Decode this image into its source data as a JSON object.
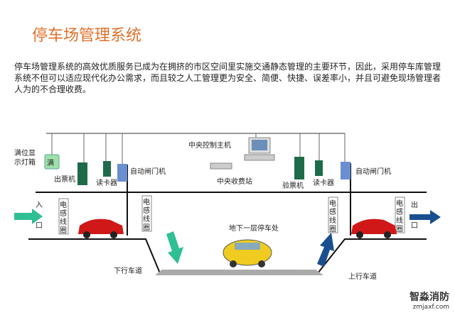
{
  "title": "停车场管理系统",
  "description": "停车场管理系统的高效优质服务已成为在拥挤的市区空间里实施交通静态管理的主要环节，因此，采用停车库管理系统不但可以适应现代化办公需求，而且较之人工管理更为安全、简便、快捷、误差率小，并且可避免现场管理者人为的不合理收费。",
  "labels": {
    "full_sign_box": "满位显示灯箱",
    "full_sign_box_l1": "满位显",
    "full_sign_box_l2": "示灯箱",
    "full_char": "满",
    "ticket_machine": "出票机",
    "card_reader_left": "读卡器",
    "gate_left": "自动闸门机",
    "central_host": "中央控制主机",
    "central_station": "中央收费站",
    "ticket_checker": "验票机",
    "card_reader_right": "读卡器",
    "gate_right": "自动闸门机",
    "entrance_1": "入",
    "entrance_2": "口",
    "exit_1": "出",
    "exit_2": "口",
    "coil": [
      "电",
      "感",
      "线",
      "圈"
    ],
    "basement": "地下一层停车处",
    "down_lane": "下行车道",
    "up_lane": "上行车道"
  },
  "watermark": {
    "name": "智淼消防",
    "url": "zmjaxf.com"
  },
  "colors": {
    "title": "#e0702a",
    "green_arrow": "#2fbf94",
    "blue_arrow": "#1a4f8f",
    "device": "#1e6b4a",
    "car": "#d01818"
  }
}
